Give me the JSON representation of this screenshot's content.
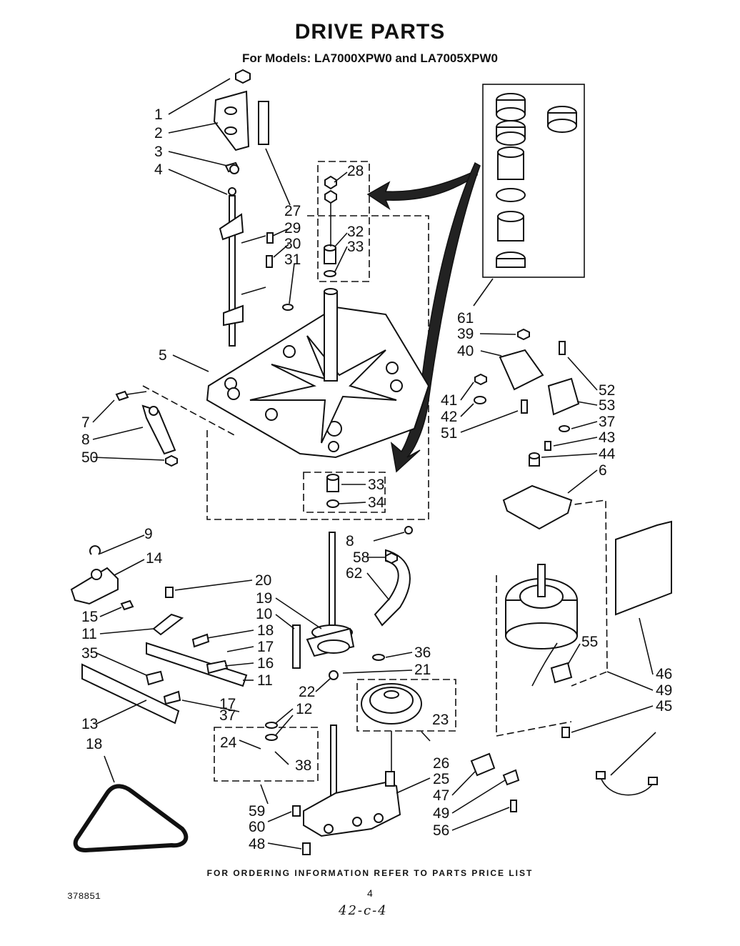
{
  "title": "DRIVE PARTS",
  "subtitle": "For Models: LA7000XPW0 and LA7005XPW0",
  "footer": "FOR ORDERING INFORMATION REFER TO PARTS PRICE LIST",
  "doc_number": "378851",
  "page_number": "4",
  "handwritten_note": "42-c-4",
  "callouts": [
    "1",
    "2",
    "3",
    "4",
    "27",
    "29",
    "30",
    "31",
    "5",
    "28",
    "32",
    "33",
    "61",
    "39",
    "40",
    "41",
    "42",
    "51",
    "52",
    "53",
    "37",
    "43",
    "44",
    "6",
    "7",
    "8",
    "50",
    "33",
    "34",
    "8",
    "58",
    "62",
    "9",
    "14",
    "20",
    "19",
    "10",
    "15",
    "11",
    "18",
    "17",
    "16",
    "11",
    "35",
    "36",
    "21",
    "22",
    "12",
    "13",
    "18",
    "17",
    "37",
    "23",
    "24",
    "38",
    "26",
    "25",
    "59",
    "60",
    "48",
    "47",
    "49",
    "56",
    "55",
    "46",
    "49",
    "45"
  ]
}
